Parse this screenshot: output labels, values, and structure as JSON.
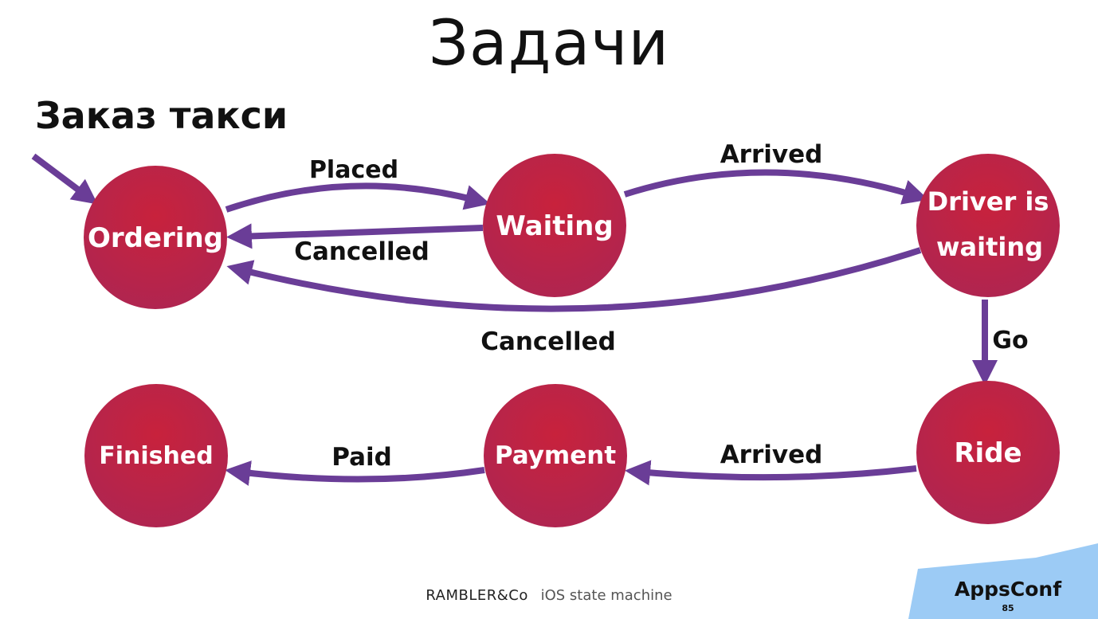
{
  "slide": {
    "title": "Задачи",
    "subtitle": "Заказ такси"
  },
  "diagram": {
    "node_color": "#c0213d",
    "edge_color": "#6a3d97",
    "nodes": {
      "ordering": [
        "Ordering"
      ],
      "waiting": [
        "Waiting"
      ],
      "driver_waiting": [
        "Driver is",
        "waiting"
      ],
      "ride": [
        "Ride"
      ],
      "payment": [
        "Payment"
      ],
      "finished": [
        "Finished"
      ]
    },
    "edges": {
      "placed": "Placed",
      "cancelled_waiting": "Cancelled",
      "arrived_driver": "Arrived",
      "cancelled_driver": "Cancelled",
      "go": "Go",
      "arrived_payment": "Arrived",
      "paid": "Paid"
    }
  },
  "footer": {
    "brand": "RAMBLER&Co",
    "topic": "iOS state machine"
  },
  "badge": {
    "name": "AppsConf",
    "page": "85",
    "color": "#9ccbf5"
  }
}
